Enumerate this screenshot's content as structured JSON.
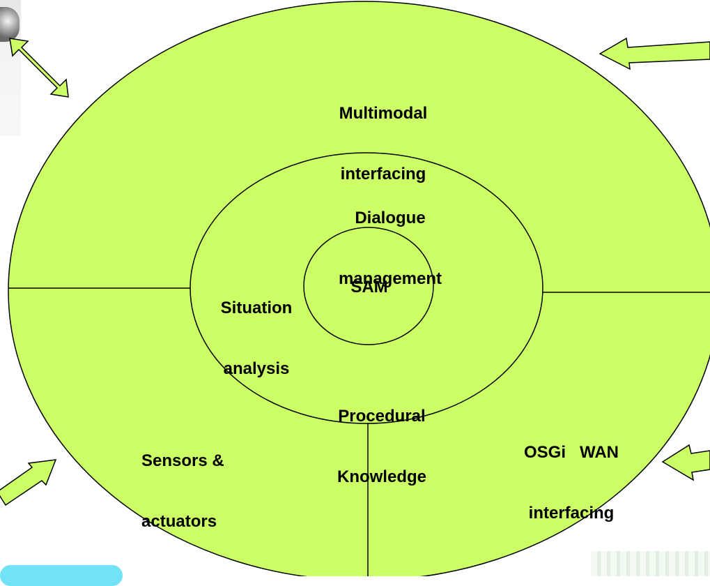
{
  "colors": {
    "fill": "#ccff66",
    "stroke": "#000000",
    "arrow_fill": "#ccff66",
    "bar": "#72e3f7"
  },
  "labels": {
    "multimodal": [
      "Multimodal",
      "interfacing"
    ],
    "dialogue": [
      "Dialogue",
      "management"
    ],
    "situation": [
      "Situation",
      "analysis"
    ],
    "sam": "SAM",
    "procedural": [
      "Procedural",
      "Knowledge"
    ],
    "sensors": [
      "Sensors &",
      "actuators"
    ],
    "osgi": [
      "OSGi   WAN",
      "interfacing"
    ]
  },
  "icons": {
    "top_left_arrow": "double-headed-arrow-icon",
    "top_right_arrow": "left-arrow-icon",
    "bottom_left_arrow": "up-right-arrow-icon",
    "bottom_right_arrow": "left-arrow-icon"
  }
}
